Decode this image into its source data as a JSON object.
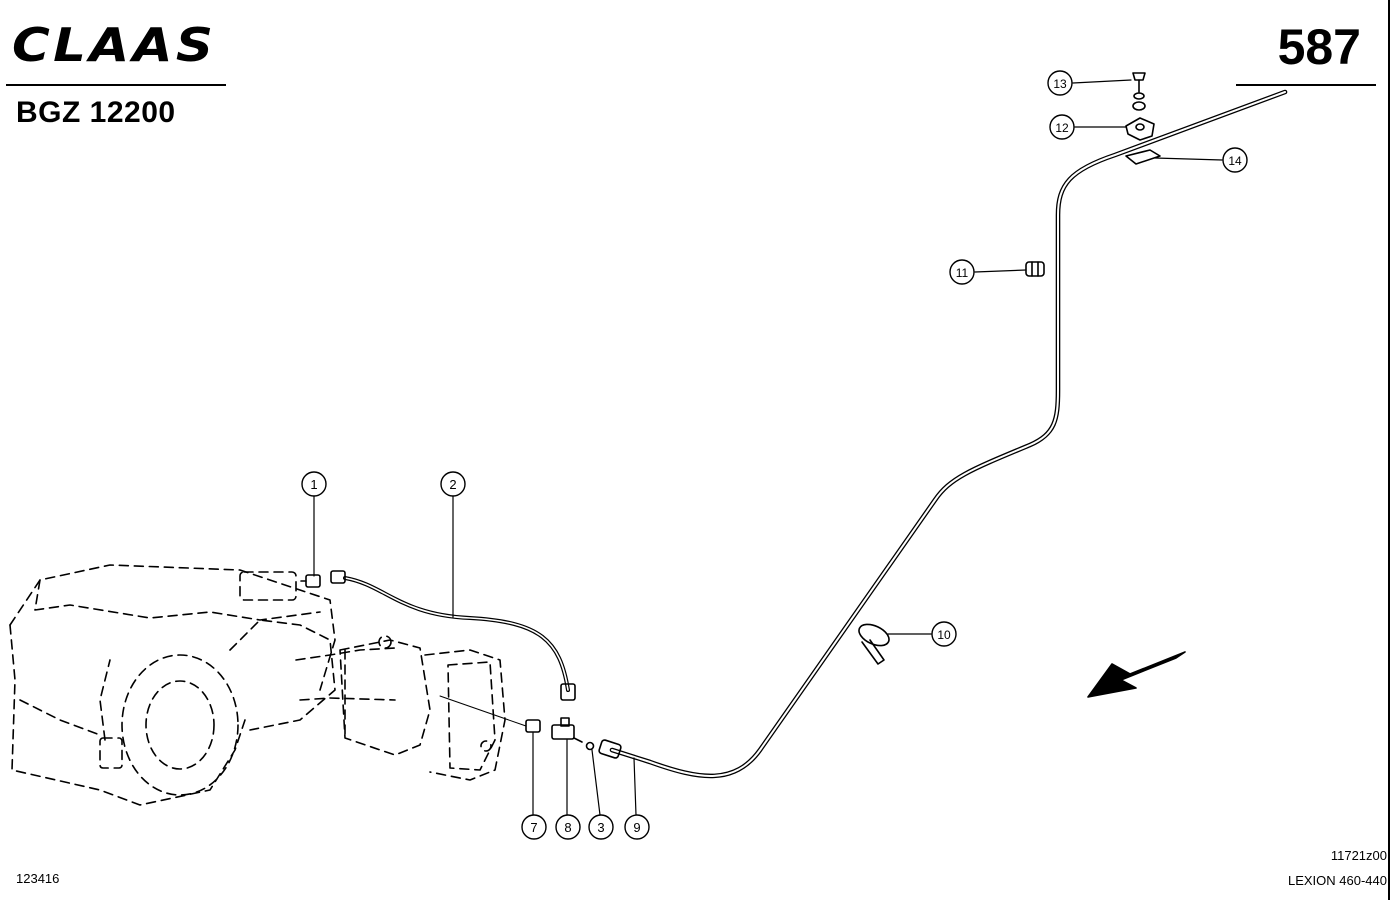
{
  "header": {
    "brand": "CLAAS",
    "group_code": "BGZ 12200",
    "page_number": "587"
  },
  "footer": {
    "ref_number": "123416",
    "image_id": "11721z00",
    "model": "LEXION 460-440"
  },
  "callouts": [
    {
      "label": "1"
    },
    {
      "label": "2"
    },
    {
      "label": "3"
    },
    {
      "label": "7"
    },
    {
      "label": "8"
    },
    {
      "label": "9"
    },
    {
      "label": "10"
    },
    {
      "label": "11"
    },
    {
      "label": "12"
    },
    {
      "label": "13"
    },
    {
      "label": "14"
    }
  ],
  "colors": {
    "ink": "#000000",
    "paper": "#ffffff"
  }
}
